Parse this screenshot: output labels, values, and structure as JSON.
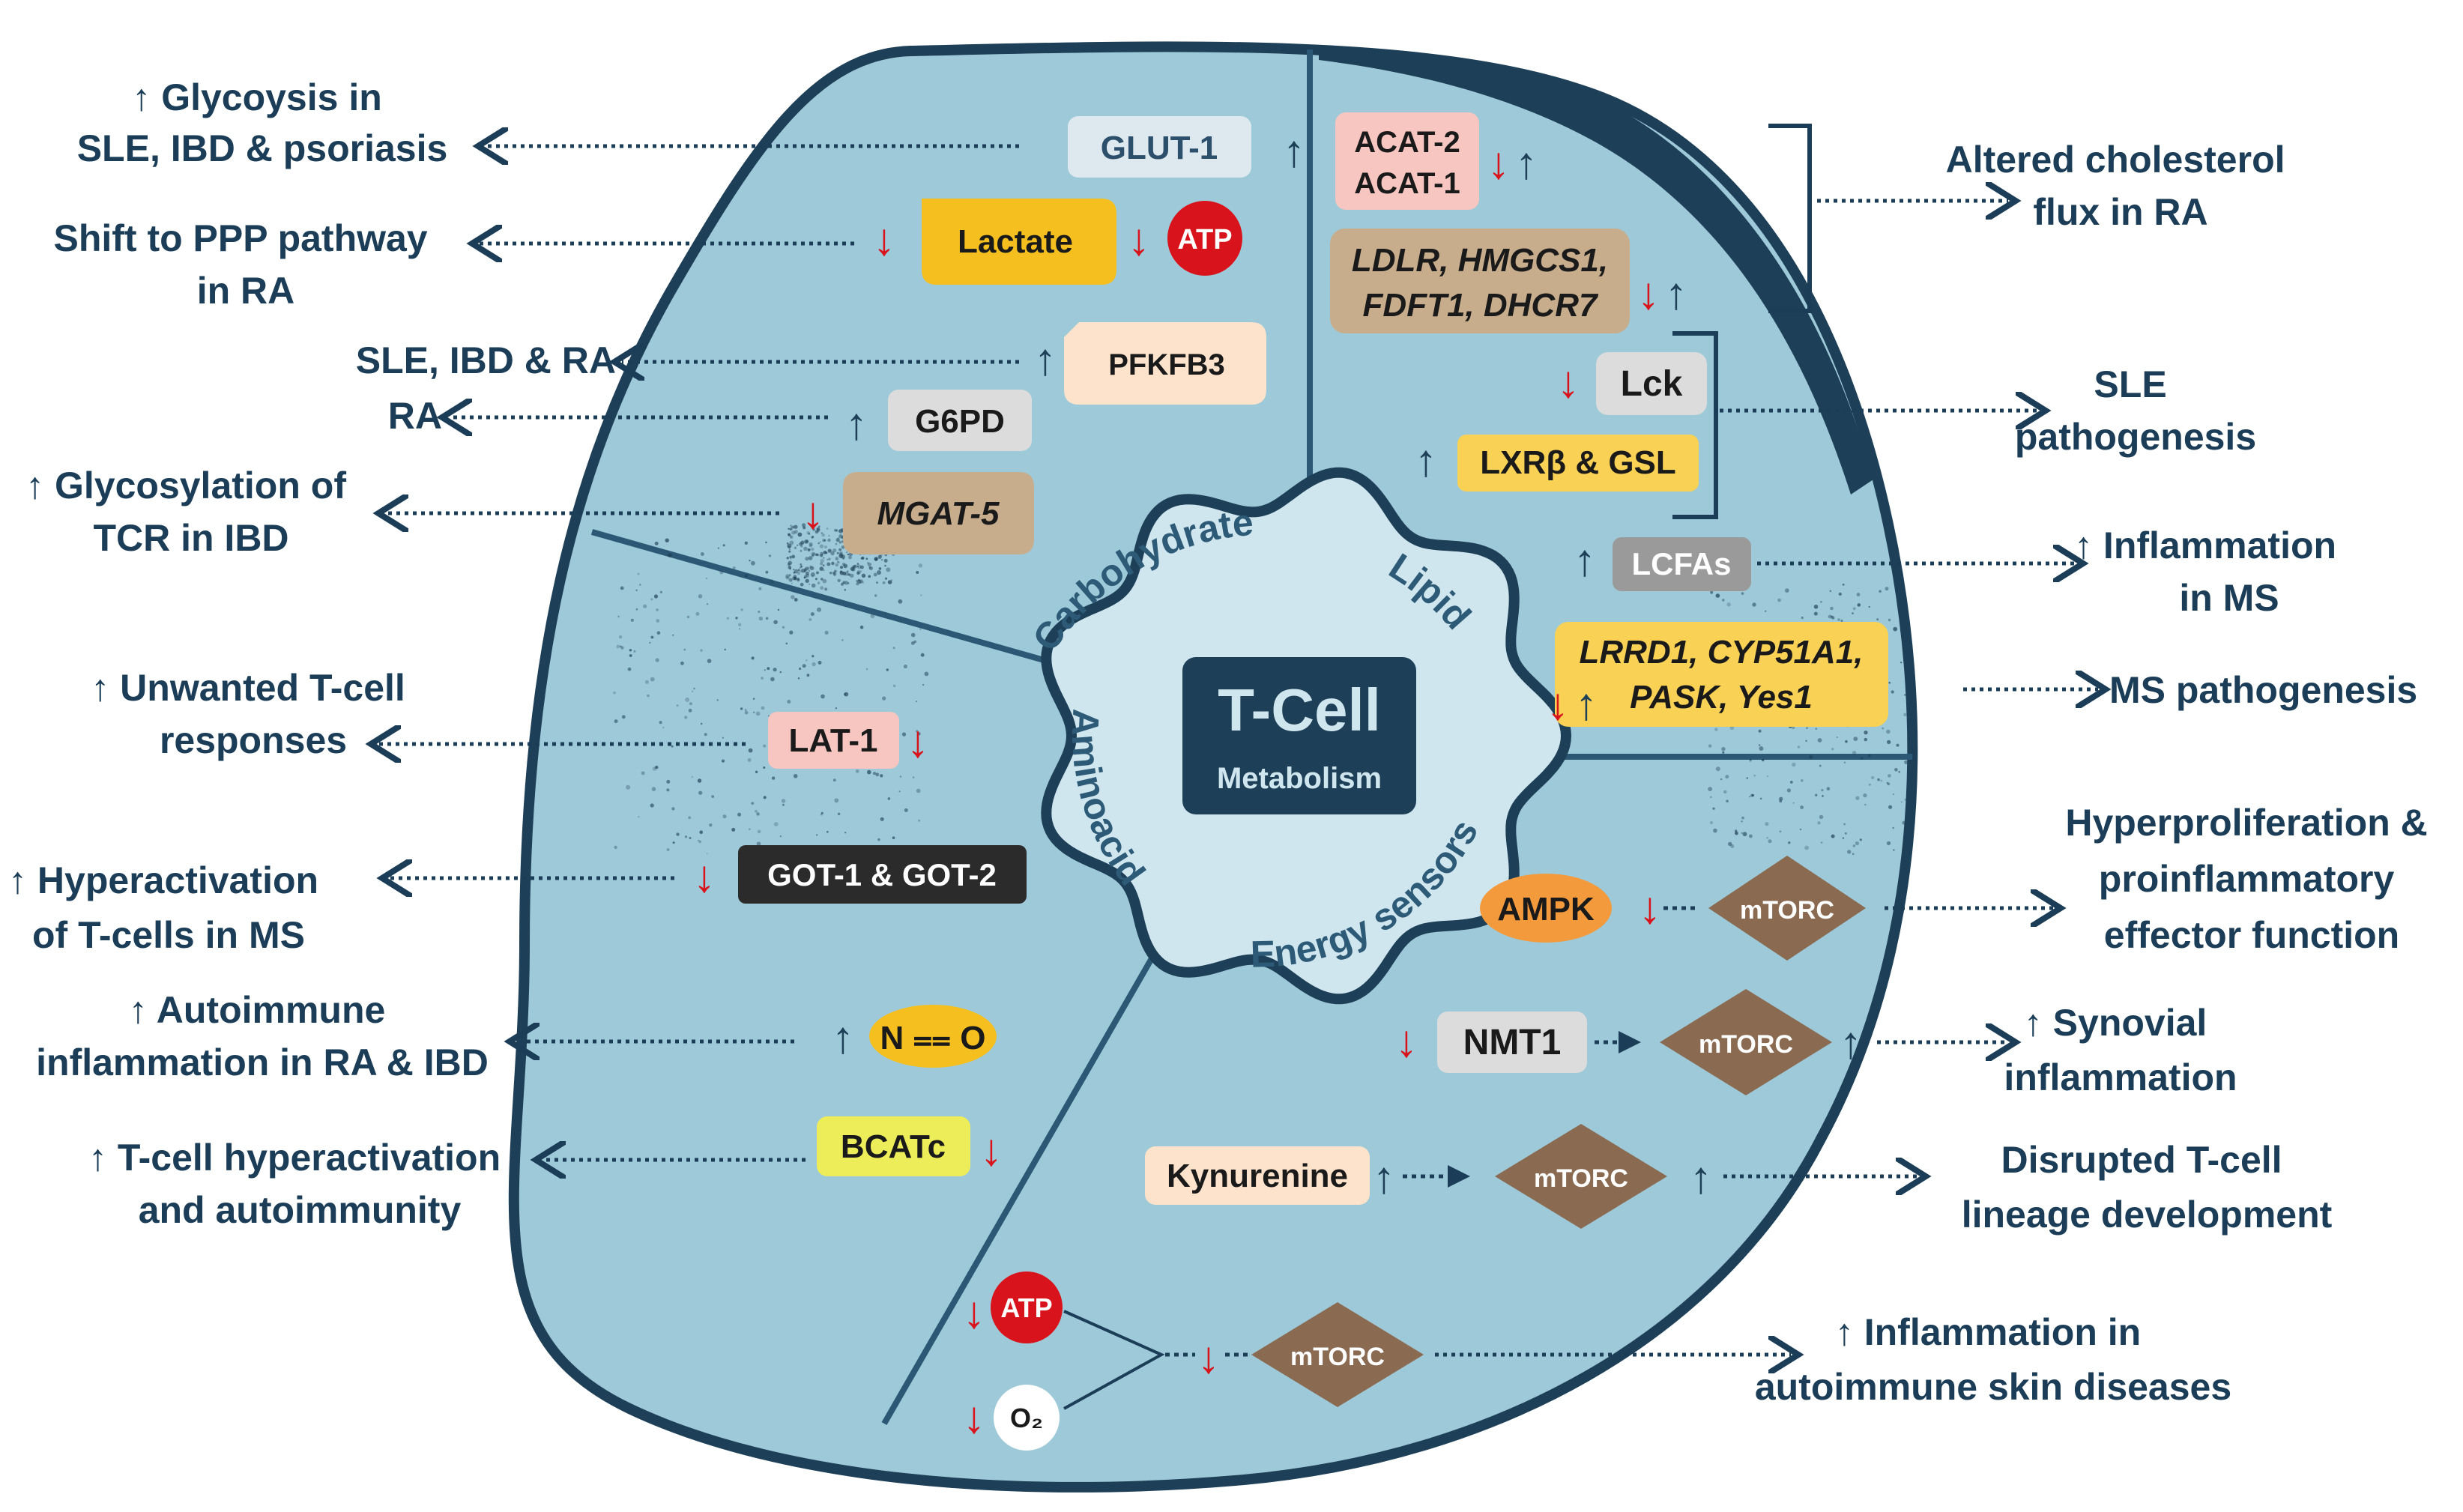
{
  "center": {
    "title": "T-Cell",
    "subtitle": "Metabolism"
  },
  "sectors": {
    "carbohydrate": "Carbohydrate",
    "lipid": "Lipid",
    "aminoacid": "Aminoacid",
    "energy": "Energy sensors"
  },
  "chips": {
    "glut1": "GLUT-1",
    "lactate": "Lactate",
    "atp": "ATP",
    "pfkfb3": "PFKFB3",
    "g6pd": "G6PD",
    "mgat5": "MGAT-5",
    "acat2": "ACAT-2",
    "acat1": "ACAT-1",
    "ldlr_line1": "LDLR, HMGCS1,",
    "ldlr_line2": "FDFT1, DHCR7",
    "lck": "Lck",
    "lxr": "LXRβ & GSL",
    "lcfas": "LCFAs",
    "lrrd_line1": "LRRD1, CYP51A1,",
    "lrrd_line2": "PASK, Yes1",
    "lat1": "LAT-1",
    "got": "GOT-1 & GOT-2",
    "no": "N ⩵ O",
    "bcatc": "BCATc",
    "ampk": "AMPK",
    "mtorc": "mTORC",
    "nmt1": "NMT1",
    "kynurenine": "Kynurenine",
    "atp2": "ATP",
    "o2": "O₂"
  },
  "outcomes_left": [
    [
      "↑ Glycoysis in",
      "SLE, IBD & psoriasis"
    ],
    [
      "Shift to PPP pathway",
      "in RA"
    ],
    [
      "SLE, IBD & RA"
    ],
    [
      "RA"
    ],
    [
      "↑ Glycosylation of",
      "TCR in IBD"
    ],
    [
      "↑ Unwanted T-cell",
      "responses"
    ],
    [
      "↑ Hyperactivation",
      "of T-cells in MS"
    ],
    [
      "↑ Autoimmune",
      "inflammation in RA & IBD"
    ],
    [
      "↑ T-cell hyperactivation",
      "and autoimmunity"
    ]
  ],
  "outcomes_right": [
    [
      "Altered cholesterol",
      "flux in RA"
    ],
    [
      "SLE",
      "pathogenesis"
    ],
    [
      "↑ Inflammation",
      "in MS"
    ],
    [
      "MS pathogenesis"
    ],
    [
      "Hyperproliferation &",
      "proinflammatory",
      "effector function"
    ],
    [
      "↑ Synovial",
      "inflammation"
    ],
    [
      "Disrupted T-cell",
      "lineage development"
    ],
    [
      "↑ Inflammation in",
      "autoimmune skin diseases"
    ]
  ],
  "arrows": {
    "up": "↑",
    "down": "↓"
  },
  "colors": {
    "cell_fill": "#9ec9d8",
    "cell_border": "#1d3f57",
    "center_fill": "#cfe6ef",
    "title_box": "#1d3f57",
    "text_dark": "#1b3d57",
    "red": "#d9131b",
    "lactate": "#f5c01f",
    "pfkfb3": "#fde3cc",
    "g6pd": "#dcdcdc",
    "mgat5": "#c8ad8d",
    "acat": "#f7c6c0",
    "ldlr": "#c8ad8d",
    "lxr": "#f9d155",
    "lcfas": "#9a9a9a",
    "lat1": "#f7c6c0",
    "got": "#2b2b2b",
    "no": "#f5c01f",
    "bcatc": "#eded5a",
    "ampk": "#f39a3c",
    "mtorc": "#8b6a52",
    "kynurenine": "#fde3cc"
  }
}
